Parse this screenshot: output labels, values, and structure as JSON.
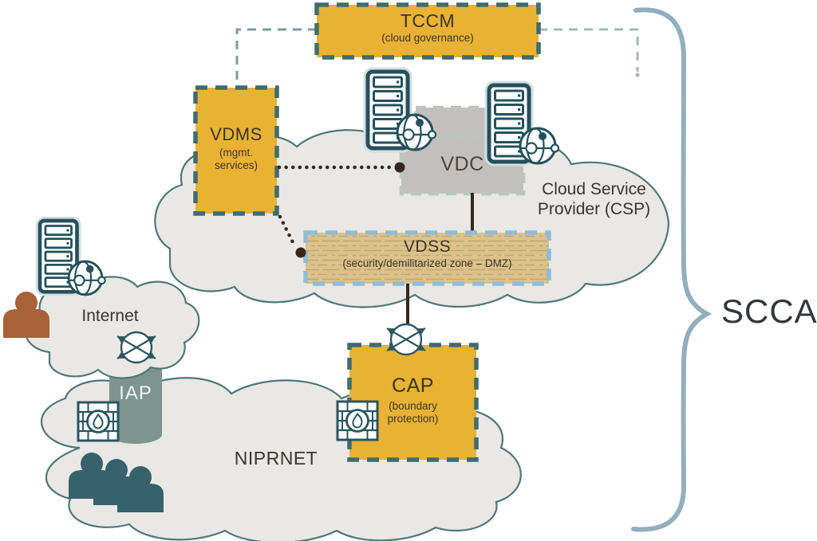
{
  "boxes": {
    "tccm": {
      "title": "TCCM",
      "subtitle": "(cloud governance)"
    },
    "vdms": {
      "title": "VDMS",
      "subtitle": "(mgmt. services)"
    },
    "vdc": {
      "title": "VDC"
    },
    "vdss": {
      "title": "VDSS",
      "subtitle": "(security/demilitarized zone – DMZ)"
    },
    "cap": {
      "title": "CAP",
      "subtitle": "(boundary protection)"
    }
  },
  "clouds": {
    "csp": {
      "label": "Cloud Service Provider (CSP)"
    },
    "internet": {
      "label": "Internet"
    },
    "niprnet": {
      "label": "NIPRNET"
    }
  },
  "pipe": {
    "iap": {
      "label": "IAP"
    }
  },
  "annotation": {
    "scca": "SCCA"
  },
  "icons": {
    "server": "server-rack-icon",
    "globe": "network-globe-icon",
    "router": "router-icon",
    "firewall": "firewall-icon",
    "user": "user-icon",
    "user_group": "user-group-icon",
    "brace": "curly-brace"
  },
  "colors": {
    "box_yellow": "#EAB233",
    "box_border_teal": "#3F6C6E",
    "vdc_gray": "#C3BFBD",
    "vdc_border": "#B9C6BF",
    "vdss_tan": "#DCC38C",
    "vdss_border_blue": "#8FBCDB",
    "cloud_fill": "#E9E8E5",
    "cloud_outline": "#4F7678",
    "cylinder_green": "#7D948F",
    "icon_teal": "#25505C",
    "user_brown": "#A96137",
    "user_group_teal": "#36616D",
    "connector_dark": "#38281C",
    "connector_dashed_gray": "#7E99A2",
    "brace_blue": "#93AEBD",
    "text_dark": "#3A342C"
  }
}
